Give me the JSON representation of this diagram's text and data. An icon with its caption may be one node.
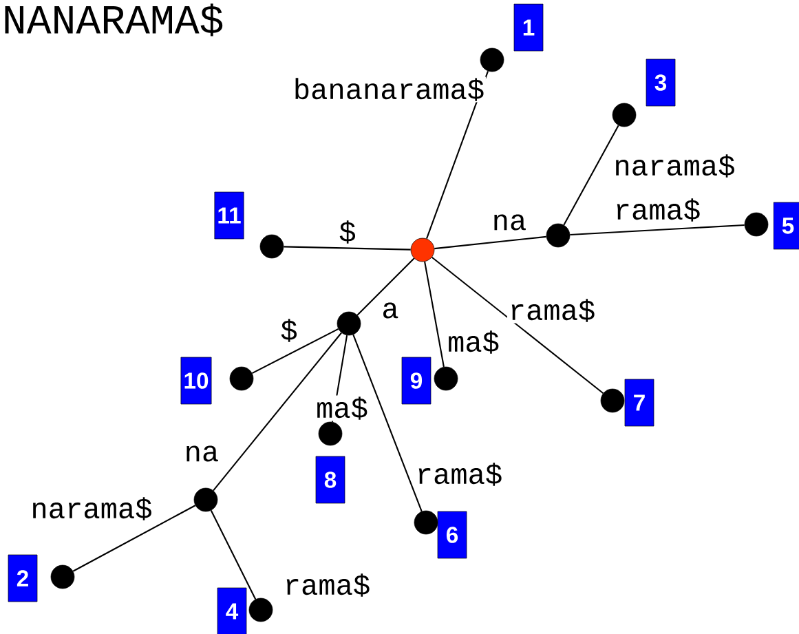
{
  "diagram": {
    "title": "NANARAMA$",
    "nodes": [
      {
        "text": [],
        "shape": "circle"
      },
      {
        "text": [],
        "shape": "circle"
      },
      {
        "text": [],
        "shape": "circle"
      },
      {
        "text": [],
        "shape": "circle"
      },
      {
        "text": [],
        "shape": "circle"
      },
      {
        "text": [],
        "shape": "circle"
      },
      {
        "text": [],
        "shape": "circle"
      },
      {
        "text": [],
        "shape": "circle"
      },
      {
        "text": [],
        "shape": "circle"
      },
      {
        "text": [],
        "shape": "circle"
      },
      {
        "text": [],
        "shape": "circle"
      },
      {
        "text": [],
        "shape": "circle"
      },
      {
        "text": [],
        "shape": "circle"
      },
      {
        "text": [],
        "shape": "circle"
      },
      {
        "text": [],
        "shape": "circle"
      }
    ],
    "edges": [
      {
        "from": 0,
        "to": 1,
        "arrow": "none",
        "label": "bananarama$"
      },
      {
        "from": 0,
        "to": 3,
        "arrow": "none",
        "label": "na"
      },
      {
        "from": 3,
        "to": 2,
        "arrow": "none",
        "label": "narama$"
      },
      {
        "from": 3,
        "to": 4,
        "arrow": "none",
        "label": "rama$"
      },
      {
        "from": 0,
        "to": 5,
        "arrow": "none",
        "label": "$"
      },
      {
        "from": 0,
        "to": 6,
        "arrow": "none",
        "label": "a"
      },
      {
        "from": 0,
        "to": 7,
        "arrow": "none",
        "label": "ma$"
      },
      {
        "from": 0,
        "to": 8,
        "arrow": "none",
        "label": "rama$"
      },
      {
        "from": 6,
        "to": 9,
        "arrow": "none",
        "label": "$"
      },
      {
        "from": 6,
        "to": 10,
        "arrow": "none",
        "label": "ma$"
      },
      {
        "from": 6,
        "to": 11,
        "arrow": "none",
        "label": "rama$"
      },
      {
        "from": 6,
        "to": 12,
        "arrow": "none",
        "label": "na"
      },
      {
        "from": 12,
        "to": 13,
        "arrow": "none",
        "label": "narama$"
      },
      {
        "from": 12,
        "to": 14,
        "arrow": "none",
        "label": "rama$"
      }
    ],
    "labels": [
      "1",
      "3",
      "11",
      "5",
      "10",
      "9",
      "7",
      "8",
      "6",
      "2",
      "4"
    ]
  }
}
